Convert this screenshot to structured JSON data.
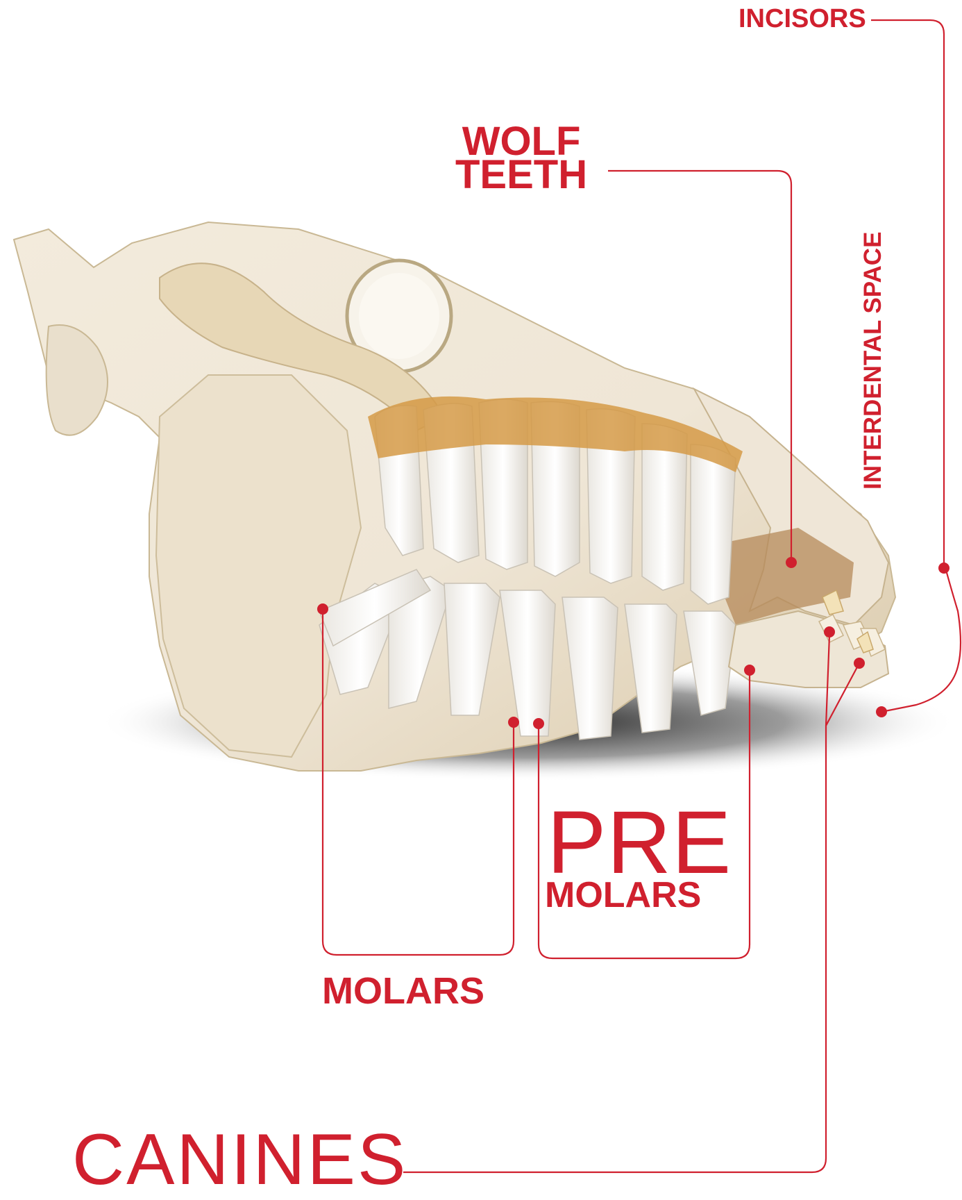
{
  "labels": {
    "incisors": "INCISORS",
    "wolf_teeth_line1": "WOLF",
    "wolf_teeth_line2": "TEETH",
    "interdental_space": "INTERDENTAL SPACE",
    "pre": "PRE",
    "pre_molars": "MOLARS",
    "molars": "MOLARS",
    "canines": "CANINES"
  },
  "colors": {
    "accent": "#d0202e",
    "bone": "#efe6d6",
    "bone_shade": "#d8c7a6",
    "tartar": "#d59a46",
    "shadow": "#1a1a1a",
    "background": "#ffffff"
  },
  "image": {
    "subject_icon": "horse-skull-photo"
  }
}
